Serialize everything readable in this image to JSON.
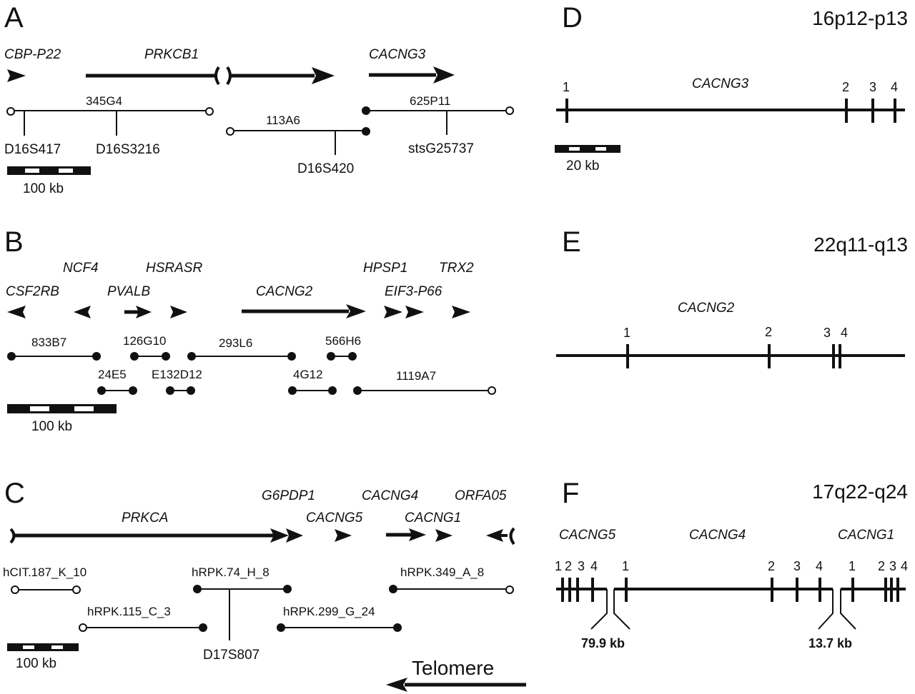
{
  "figure": {
    "colors": {
      "ink": "#111111",
      "background": "#ffffff"
    },
    "panels": {
      "A": {
        "letter": "A",
        "genes": [
          {
            "name": "CBP-P22",
            "direction": "right"
          },
          {
            "name": "PRKCB1",
            "direction": "right",
            "interrupted": true
          },
          {
            "name": "CACNG3",
            "direction": "right"
          }
        ],
        "clones": [
          {
            "name": "345G4",
            "left_end": "open",
            "right_end": "open"
          },
          {
            "name": "113A6",
            "left_end": "open",
            "right_end": "filled"
          },
          {
            "name": "625P11",
            "left_end": "filled",
            "right_end": "open"
          }
        ],
        "markers": [
          "D16S417",
          "D16S3216",
          "D16S420",
          "stsG25737"
        ],
        "scale_bar": "100 kb"
      },
      "B": {
        "letter": "B",
        "genes": [
          {
            "name": "CSF2RB",
            "direction": "left"
          },
          {
            "name": "NCF4",
            "direction": "left"
          },
          {
            "name": "PVALB",
            "direction": "right"
          },
          {
            "name": "HSRASR",
            "direction": "right"
          },
          {
            "name": "CACNG2",
            "direction": "right"
          },
          {
            "name": "HPSP1",
            "direction": "right"
          },
          {
            "name": "EIF3-P66",
            "direction": "right"
          },
          {
            "name": "TRX2",
            "direction": "right"
          }
        ],
        "clones": [
          {
            "name": "833B7",
            "left_end": "filled",
            "right_end": "filled"
          },
          {
            "name": "126G10",
            "left_end": "filled",
            "right_end": "filled"
          },
          {
            "name": "293L6",
            "left_end": "filled",
            "right_end": "filled"
          },
          {
            "name": "566H6",
            "left_end": "filled",
            "right_end": "filled"
          },
          {
            "name": "24E5",
            "left_end": "filled",
            "right_end": "filled"
          },
          {
            "name": "E132D12",
            "left_end": "filled",
            "right_end": "filled"
          },
          {
            "name": "4G12",
            "left_end": "filled",
            "right_end": "filled"
          },
          {
            "name": "1119A7",
            "left_end": "filled",
            "right_end": "open"
          }
        ],
        "scale_bar": "100 kb"
      },
      "C": {
        "letter": "C",
        "genes": [
          {
            "name": "PRKCA",
            "direction": "right"
          },
          {
            "name": "G6PDP1",
            "direction": "right"
          },
          {
            "name": "CACNG5",
            "direction": "right"
          },
          {
            "name": "CACNG4",
            "direction": "right"
          },
          {
            "name": "CACNG1",
            "direction": "right"
          },
          {
            "name": "ORFA05",
            "direction": "left"
          }
        ],
        "clones": [
          {
            "name": "hCIT.187_K_10",
            "left_end": "open",
            "right_end": "open"
          },
          {
            "name": "hRPK.74_H_8",
            "left_end": "filled",
            "right_end": "filled"
          },
          {
            "name": "hRPK.349_A_8",
            "left_end": "filled",
            "right_end": "open"
          },
          {
            "name": "hRPK.115_C_3",
            "left_end": "open",
            "right_end": "filled"
          },
          {
            "name": "hRPK.299_G_24",
            "left_end": "filled",
            "right_end": "filled"
          }
        ],
        "markers": [
          "D17S807"
        ],
        "scale_bar": "100 kb",
        "direction_label": "Telomere"
      },
      "D": {
        "letter": "D",
        "locus": "16p12-p13",
        "gene": "CACNG3",
        "exons": [
          "1",
          "2",
          "3",
          "4"
        ],
        "scale_bar": "20 kb"
      },
      "E": {
        "letter": "E",
        "locus": "22q11-q13",
        "gene": "CACNG2",
        "exons": [
          "1",
          "2",
          "3",
          "4"
        ]
      },
      "F": {
        "letter": "F",
        "locus": "17q22-q24",
        "genes": [
          {
            "name": "CACNG5",
            "exons": [
              "1",
              "2",
              "3",
              "4"
            ]
          },
          {
            "name": "CACNG4",
            "exons": [
              "1",
              "2",
              "3",
              "4"
            ]
          },
          {
            "name": "CACNG1",
            "exons": [
              "1",
              "2",
              "3",
              "4"
            ]
          }
        ],
        "gaps": [
          "79.9 kb",
          "13.7 kb"
        ]
      }
    }
  }
}
